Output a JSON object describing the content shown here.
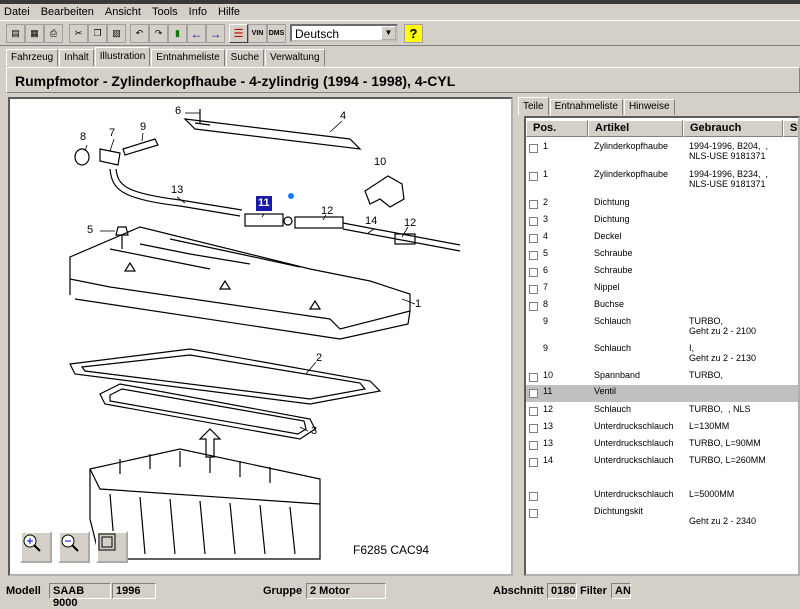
{
  "menu": [
    "Datei",
    "Bearbeiten",
    "Ansicht",
    "Tools",
    "Info",
    "Hilfe"
  ],
  "toolbar": {
    "language": "Deutsch",
    "vin_label": "VIN",
    "dms_label": "DMS",
    "help_label": "?"
  },
  "tabs": [
    "Fahrzeug",
    "Inhalt",
    "Illustration",
    "Entnahmeliste",
    "Suche",
    "Verwaltung"
  ],
  "page_title": "Rumpfmotor - Zylinderkopfhaube - 4-zylindrig   (1994 - 1998), 4-CYL",
  "illustration": {
    "figure_label": "F6285 CAC94",
    "callouts": [
      "1",
      "2",
      "3",
      "4",
      "5",
      "6",
      "7",
      "8",
      "9",
      "10",
      "11",
      "12",
      "12",
      "13",
      "14"
    ]
  },
  "right_tabs": [
    "Teile",
    "Entnahmeliste",
    "Hinweise"
  ],
  "columns": [
    "Pos.",
    "Artikel",
    "Gebrauch",
    "Stk"
  ],
  "rows": [
    {
      "pos": "1",
      "art": "Zylinderkopfhaube",
      "geb": "1994-1996, B204,  ,\nNLS-USE 9181371"
    },
    {
      "pos": "1",
      "art": "Zylinderkopfhaube",
      "geb": "1994-1996, B234,  ,\nNLS-USE 9181371"
    },
    {
      "pos": "2",
      "art": "Dichtung",
      "geb": ""
    },
    {
      "pos": "3",
      "art": "Dichtung",
      "geb": ""
    },
    {
      "pos": "4",
      "art": "Deckel",
      "geb": ""
    },
    {
      "pos": "5",
      "art": "Schraube",
      "geb": ""
    },
    {
      "pos": "6",
      "art": "Schraube",
      "geb": ""
    },
    {
      "pos": "7",
      "art": "Nippel",
      "geb": ""
    },
    {
      "pos": "8",
      "art": "Buchse",
      "geb": ""
    },
    {
      "pos": "9",
      "art": "Schlauch",
      "geb": "TURBO,\nGeht zu 2 - 2100"
    },
    {
      "pos": "9",
      "art": "Schlauch",
      "geb": "I,\nGeht zu 2 - 2130"
    },
    {
      "pos": "10",
      "art": "Spannband",
      "geb": "TURBO,"
    },
    {
      "pos": "11",
      "art": "Ventil",
      "geb": ""
    },
    {
      "pos": "12",
      "art": "Schlauch",
      "geb": "TURBO,  , NLS"
    },
    {
      "pos": "13",
      "art": "Unterdruckschlauch",
      "geb": "L=130MM"
    },
    {
      "pos": "13",
      "art": "Unterdruckschlauch",
      "geb": "TURBO, L=90MM"
    },
    {
      "pos": "14",
      "art": "Unterdruckschlauch",
      "geb": "TURBO, L=260MM"
    },
    {
      "pos": "",
      "art": "Unterdruckschlauch",
      "geb": "L=5000MM"
    },
    {
      "pos": "",
      "art": "Dichtungskit",
      "geb": "\nGeht zu 2 - 2340"
    }
  ],
  "status": {
    "model_label": "Modell",
    "model": "SAAB 9000",
    "year": "1996",
    "group_label": "Gruppe",
    "group": "2 Motor",
    "section_label": "Abschnitt",
    "section": "0180",
    "filter_label": "Filter",
    "filter": "AN"
  }
}
